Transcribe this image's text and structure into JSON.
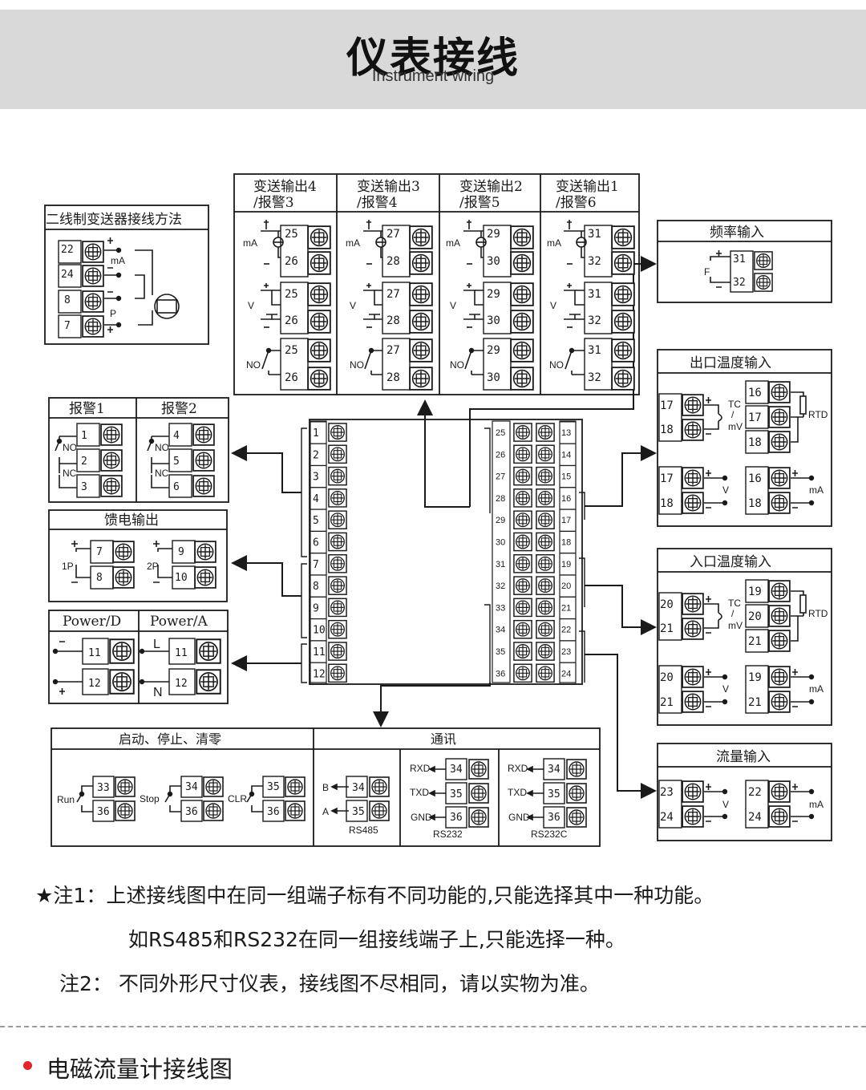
{
  "header": {
    "title_cn": "仪表接线",
    "title_en": "Instrument wiring"
  },
  "colors": {
    "header_bg": "#d9d9d9",
    "line": "#1a1a1a",
    "accent_red": "#e0262b",
    "dash": "#9a9a9a"
  },
  "top": {
    "cols": [
      {
        "h1": "变送输出4",
        "h2": "/报警3",
        "a": "25",
        "b": "26"
      },
      {
        "h1": "变送输出3",
        "h2": "/报警4",
        "a": "27",
        "b": "28"
      },
      {
        "h1": "变送输出2",
        "h2": "/报警5",
        "a": "29",
        "b": "30"
      },
      {
        "h1": "变送输出1",
        "h2": "/报警6",
        "a": "31",
        "b": "32"
      }
    ],
    "ma": "mA",
    "v": "V",
    "no": "NO",
    "plus": "+",
    "minus": "−"
  },
  "two_wire": {
    "title": "二线制变送器接线方法",
    "t": [
      "22",
      "24",
      "8",
      "7"
    ],
    "ma": "mA",
    "p": "P"
  },
  "freq": {
    "title": "频率输入",
    "t1": "31",
    "t2": "32",
    "f": "F"
  },
  "outlet": {
    "title": "出口温度输入",
    "tc_a": "17",
    "tc_b": "18",
    "rtd_a": "16",
    "rtd_b": "17",
    "rtd_c": "18",
    "v_a": "17",
    "v_b": "18",
    "ma_a": "16",
    "ma_b": "18"
  },
  "inlet": {
    "title": "入口温度输入",
    "tc_a": "20",
    "tc_b": "21",
    "rtd_a": "19",
    "rtd_b": "20",
    "rtd_c": "21",
    "v_a": "20",
    "v_b": "21",
    "ma_a": "19",
    "ma_b": "21"
  },
  "flow": {
    "title": "流量输入",
    "v_a": "23",
    "v_b": "24",
    "ma_a": "22",
    "ma_b": "24"
  },
  "sensor": {
    "tc": "TC",
    "slash": "/",
    "mv": "mV",
    "rtd": "RTD",
    "v": "V",
    "ma": "mA"
  },
  "alarm": {
    "t1": "报警1",
    "t2": "报警2",
    "a": [
      "1",
      "2",
      "3"
    ],
    "b": [
      "4",
      "5",
      "6"
    ],
    "no": "NO",
    "nc": "NC"
  },
  "feed": {
    "title": "馈电输出",
    "p1": "1P",
    "p2": "2P",
    "a": [
      "7",
      "8"
    ],
    "b": [
      "9",
      "10"
    ]
  },
  "power": {
    "t1": "Power/D",
    "t2": "Power/A",
    "a": [
      "11",
      "12"
    ],
    "b": [
      "11",
      "12"
    ],
    "l": "L",
    "n": "N"
  },
  "center": {
    "left": [
      "1",
      "2",
      "3",
      "4",
      "5",
      "6",
      "7",
      "8",
      "9",
      "10",
      "11",
      "12"
    ],
    "mid": [
      "25",
      "26",
      "27",
      "28",
      "29",
      "30",
      "31",
      "32",
      "33",
      "34",
      "35",
      "36"
    ],
    "right": [
      "13",
      "14",
      "15",
      "16",
      "17",
      "18",
      "19",
      "20",
      "21",
      "22",
      "23",
      "24"
    ]
  },
  "control": {
    "title": "启动、停止、清零",
    "run": "Run",
    "stop": "Stop",
    "clr": "CLR",
    "r1": "33",
    "s1": "34",
    "c1": "35",
    "common": "36"
  },
  "comm": {
    "title": "通讯",
    "rs485": {
      "name": "RS485",
      "b": "B",
      "a": "A",
      "t1": "34",
      "t2": "35"
    },
    "rs232": {
      "name": "RS232",
      "rxd": "RXD",
      "txd": "TXD",
      "gnd": "GND",
      "t": [
        "34",
        "35",
        "36"
      ]
    },
    "rs232c": {
      "name": "RS232C",
      "rxd": "RXD",
      "txd": "TXD",
      "gnd": "GND",
      "t": [
        "34",
        "35",
        "36"
      ]
    }
  },
  "notes": {
    "n1a": "★注1：上述接线图中在同一组端子标有不同功能的,只能选择其中一种功能。",
    "n1b": "如RS485和RS232在同一组接线端子上,只能选择一种。",
    "n2": "注2： 不同外形尺寸仪表，接线图不尽相同，请以实物为准。"
  },
  "footer": {
    "title": "电磁流量计接线图"
  }
}
